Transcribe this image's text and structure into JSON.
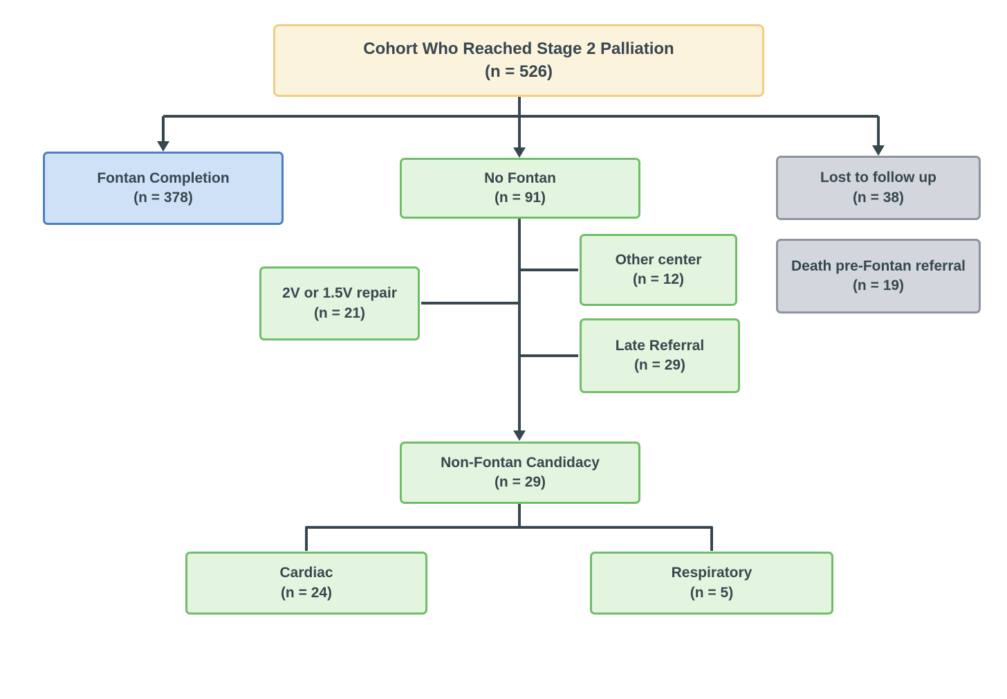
{
  "nodes": {
    "cohort": {
      "label": "Cohort Who Reached Stage 2 Palliation",
      "count": "(n = 526)"
    },
    "fontan_completion": {
      "label": "Fontan Completion",
      "count": "(n = 378)"
    },
    "no_fontan": {
      "label": "No Fontan",
      "count": "(n = 91)"
    },
    "lost_to_follow_up": {
      "label": "Lost to follow up",
      "count": "(n = 38)"
    },
    "death_pre_fontan_referral": {
      "label": "Death pre-Fontan referral",
      "count": "(n = 19)"
    },
    "repair_2v_15v": {
      "label": "2V or 1.5V repair",
      "count": "(n = 21)"
    },
    "other_center": {
      "label": "Other center",
      "count": "(n = 12)"
    },
    "late_referral": {
      "label": "Late Referral",
      "count": "(n = 29)"
    },
    "non_fontan_candidacy": {
      "label": "Non-Fontan Candidacy",
      "count": "(n = 29)"
    },
    "cardiac": {
      "label": "Cardiac",
      "count": "(n = 24)"
    },
    "respiratory": {
      "label": "Respiratory",
      "count": "(n = 5)"
    }
  },
  "colors": {
    "cohort_fill": "#fcf3dc",
    "cohort_border": "#f3cc80",
    "fontan_fill": "#cfe1f7",
    "fontan_border": "#4b7fc4",
    "green_fill": "#e4f5df",
    "green_border": "#6dbf67",
    "gray_fill": "#d3d6dc",
    "gray_border": "#8d949e",
    "connector": "#37474f",
    "text": "#37474f"
  }
}
